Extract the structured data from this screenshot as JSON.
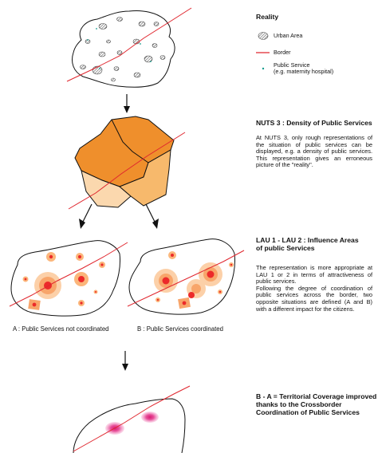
{
  "legend": {
    "title": "Reality",
    "urban_area": "Urban Area",
    "border": "Border",
    "public_service_line1": "Public Service",
    "public_service_line2": "(e.g. maternity hospital)"
  },
  "nuts3": {
    "heading": "NUTS 3 : Density of Public Services",
    "body": "At NUTS 3, only rough representations of the situation of public services can be displayed, e.g. a density of public services. This representation gives an erroneous picture of the \"reality\"."
  },
  "lau": {
    "heading_line1": "LAU 1 - LAU 2 : Influence Areas",
    "heading_line2": "of public Services",
    "body1": "The representation is more appropriate at LAU 1 or 2 in terms of attractiveness of public services.",
    "body2": "Following the degree of coordination of public services across the border, two opposite situations are defined (A and B) with a different impact for the citizens."
  },
  "captions": {
    "a": "A : Public Services not coordinated",
    "b": "B : Public Services coordinated"
  },
  "result": {
    "line1": "B - A = Territorial Coverage improved",
    "line2": "thanks to the Crossborder",
    "line3": "Coordination of Public Services"
  },
  "colors": {
    "border_line": "#e0262e",
    "urban_hatch": "#666666",
    "nuts_dark": "#ef8f2c",
    "nuts_mid": "#f7b96c",
    "nuts_light": "#fbd8ae",
    "influence_outer": "#fbc58f",
    "influence_core": "#ec2a2a",
    "coordinated_pink": "#e83e8c",
    "service_dot": "#169c8d"
  }
}
